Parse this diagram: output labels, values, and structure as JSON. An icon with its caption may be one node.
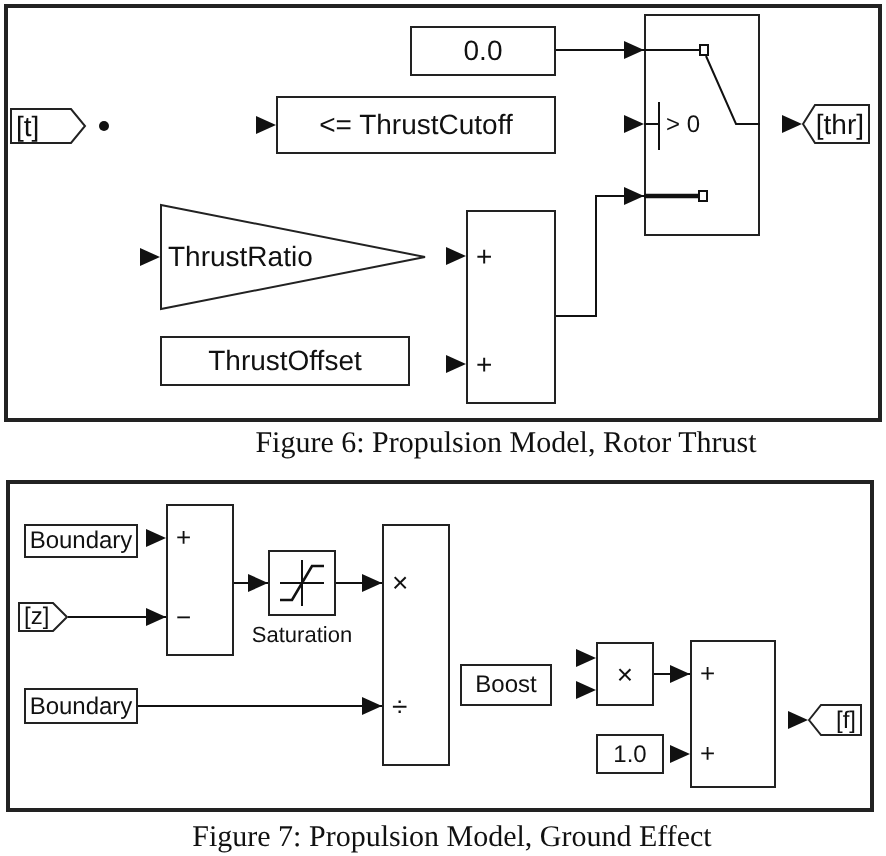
{
  "diagram": {
    "nodes": [
      {
        "text": [],
        "shape": "box",
        "beside": [
          "Figure 6: Propulsion Model, Rotor Thrust"
        ]
      },
      {
        "text": [
          "0.0"
        ],
        "in": 0
      },
      {
        "text": [
          "[t]"
        ],
        "in": 0
      },
      {
        "text": [
          "<= ThrustCutoff"
        ],
        "in": 0
      },
      {
        "text": [
          "> 0"
        ],
        "in": 0
      },
      {
        "text": [
          "[thr]"
        ],
        "in": 0
      },
      {
        "text": [
          "ThrustRatio"
        ],
        "in": 0
      },
      {
        "text": [
          "+",
          "+"
        ],
        "in": 0
      },
      {
        "text": [
          "ThrustOffset"
        ],
        "in": 0
      },
      {
        "text": [],
        "shape": "box",
        "beside": [
          "Figure 7: Propulsion Model, Ground Effect"
        ]
      },
      {
        "text": [
          "Boundary"
        ],
        "in": 9
      },
      {
        "text": [
          "[z]"
        ],
        "in": 9
      },
      {
        "text": [
          "+",
          "−"
        ],
        "in": 9
      },
      {
        "text": [],
        "shape": "box",
        "beside": [
          "Saturation"
        ],
        "in": 9
      },
      {
        "text": [
          "×",
          "÷"
        ],
        "in": 9
      },
      {
        "text": [
          "Boundary"
        ],
        "in": 9
      },
      {
        "text": [
          "Boost"
        ],
        "in": 9
      },
      {
        "text": [
          "×"
        ],
        "in": 9
      },
      {
        "text": [
          "1.0"
        ],
        "in": 9
      },
      {
        "text": [
          "+",
          "+"
        ],
        "in": 9
      },
      {
        "text": [
          "[f]"
        ],
        "in": 9
      }
    ],
    "edges": [
      {
        "from": 1,
        "to": 4,
        "arrow": "to"
      },
      {
        "from": 7,
        "to": 4,
        "arrow": "to"
      },
      {
        "from": 11,
        "to": 12,
        "arrow": "to"
      },
      {
        "from": 12,
        "to": 13,
        "arrow": "to"
      },
      {
        "from": 13,
        "to": 14,
        "arrow": "to"
      },
      {
        "from": 15,
        "to": 14,
        "arrow": "to"
      },
      {
        "from": 17,
        "to": 19,
        "arrow": "to"
      }
    ]
  }
}
